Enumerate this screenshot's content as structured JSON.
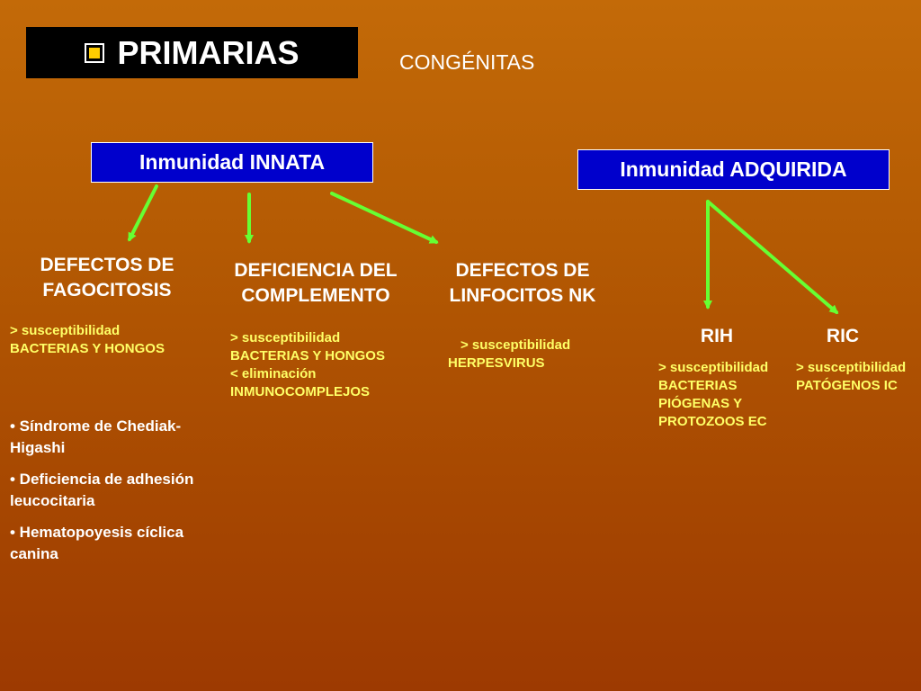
{
  "title": "PRIMARIAS",
  "subtitle": "CONGÉNITAS",
  "innata": {
    "label": "Inmunidad INNATA",
    "branches": [
      {
        "heading_lines": [
          "DEFECTOS DE",
          "FAGOCITOSIS"
        ],
        "notes": [
          "> susceptibilidad",
          "BACTERIAS Y HONGOS"
        ],
        "examples": [
          "• Síndrome de Chediak-Higashi",
          "• Deficiencia de adhesión leucocitaria",
          "• Hematopoyesis cíclica canina"
        ]
      },
      {
        "heading_lines": [
          "DEFICIENCIA DEL",
          "COMPLEMENTO"
        ],
        "notes": [
          "> susceptibilidad",
          "BACTERIAS Y HONGOS",
          "< eliminación",
          "INMUNOCOMPLEJOS"
        ]
      },
      {
        "heading_lines": [
          "DEFECTOS DE",
          "LINFOCITOS NK"
        ],
        "notes": [
          "> susceptibilidad",
          "HERPESVIRUS"
        ]
      }
    ]
  },
  "adquirida": {
    "label": "Inmunidad ADQUIRIDA",
    "branches": [
      {
        "heading": "RIH",
        "notes": [
          "> susceptibilidad",
          "BACTERIAS",
          "PIÓGENAS Y",
          "PROTOZOOS EC"
        ]
      },
      {
        "heading": "RIC",
        "notes": [
          "> susceptibilidad",
          "PATÓGENOS IC"
        ]
      }
    ]
  },
  "colors": {
    "arrow": "#66ff33",
    "box": "#0000cc",
    "note_text": "#ffff66"
  }
}
